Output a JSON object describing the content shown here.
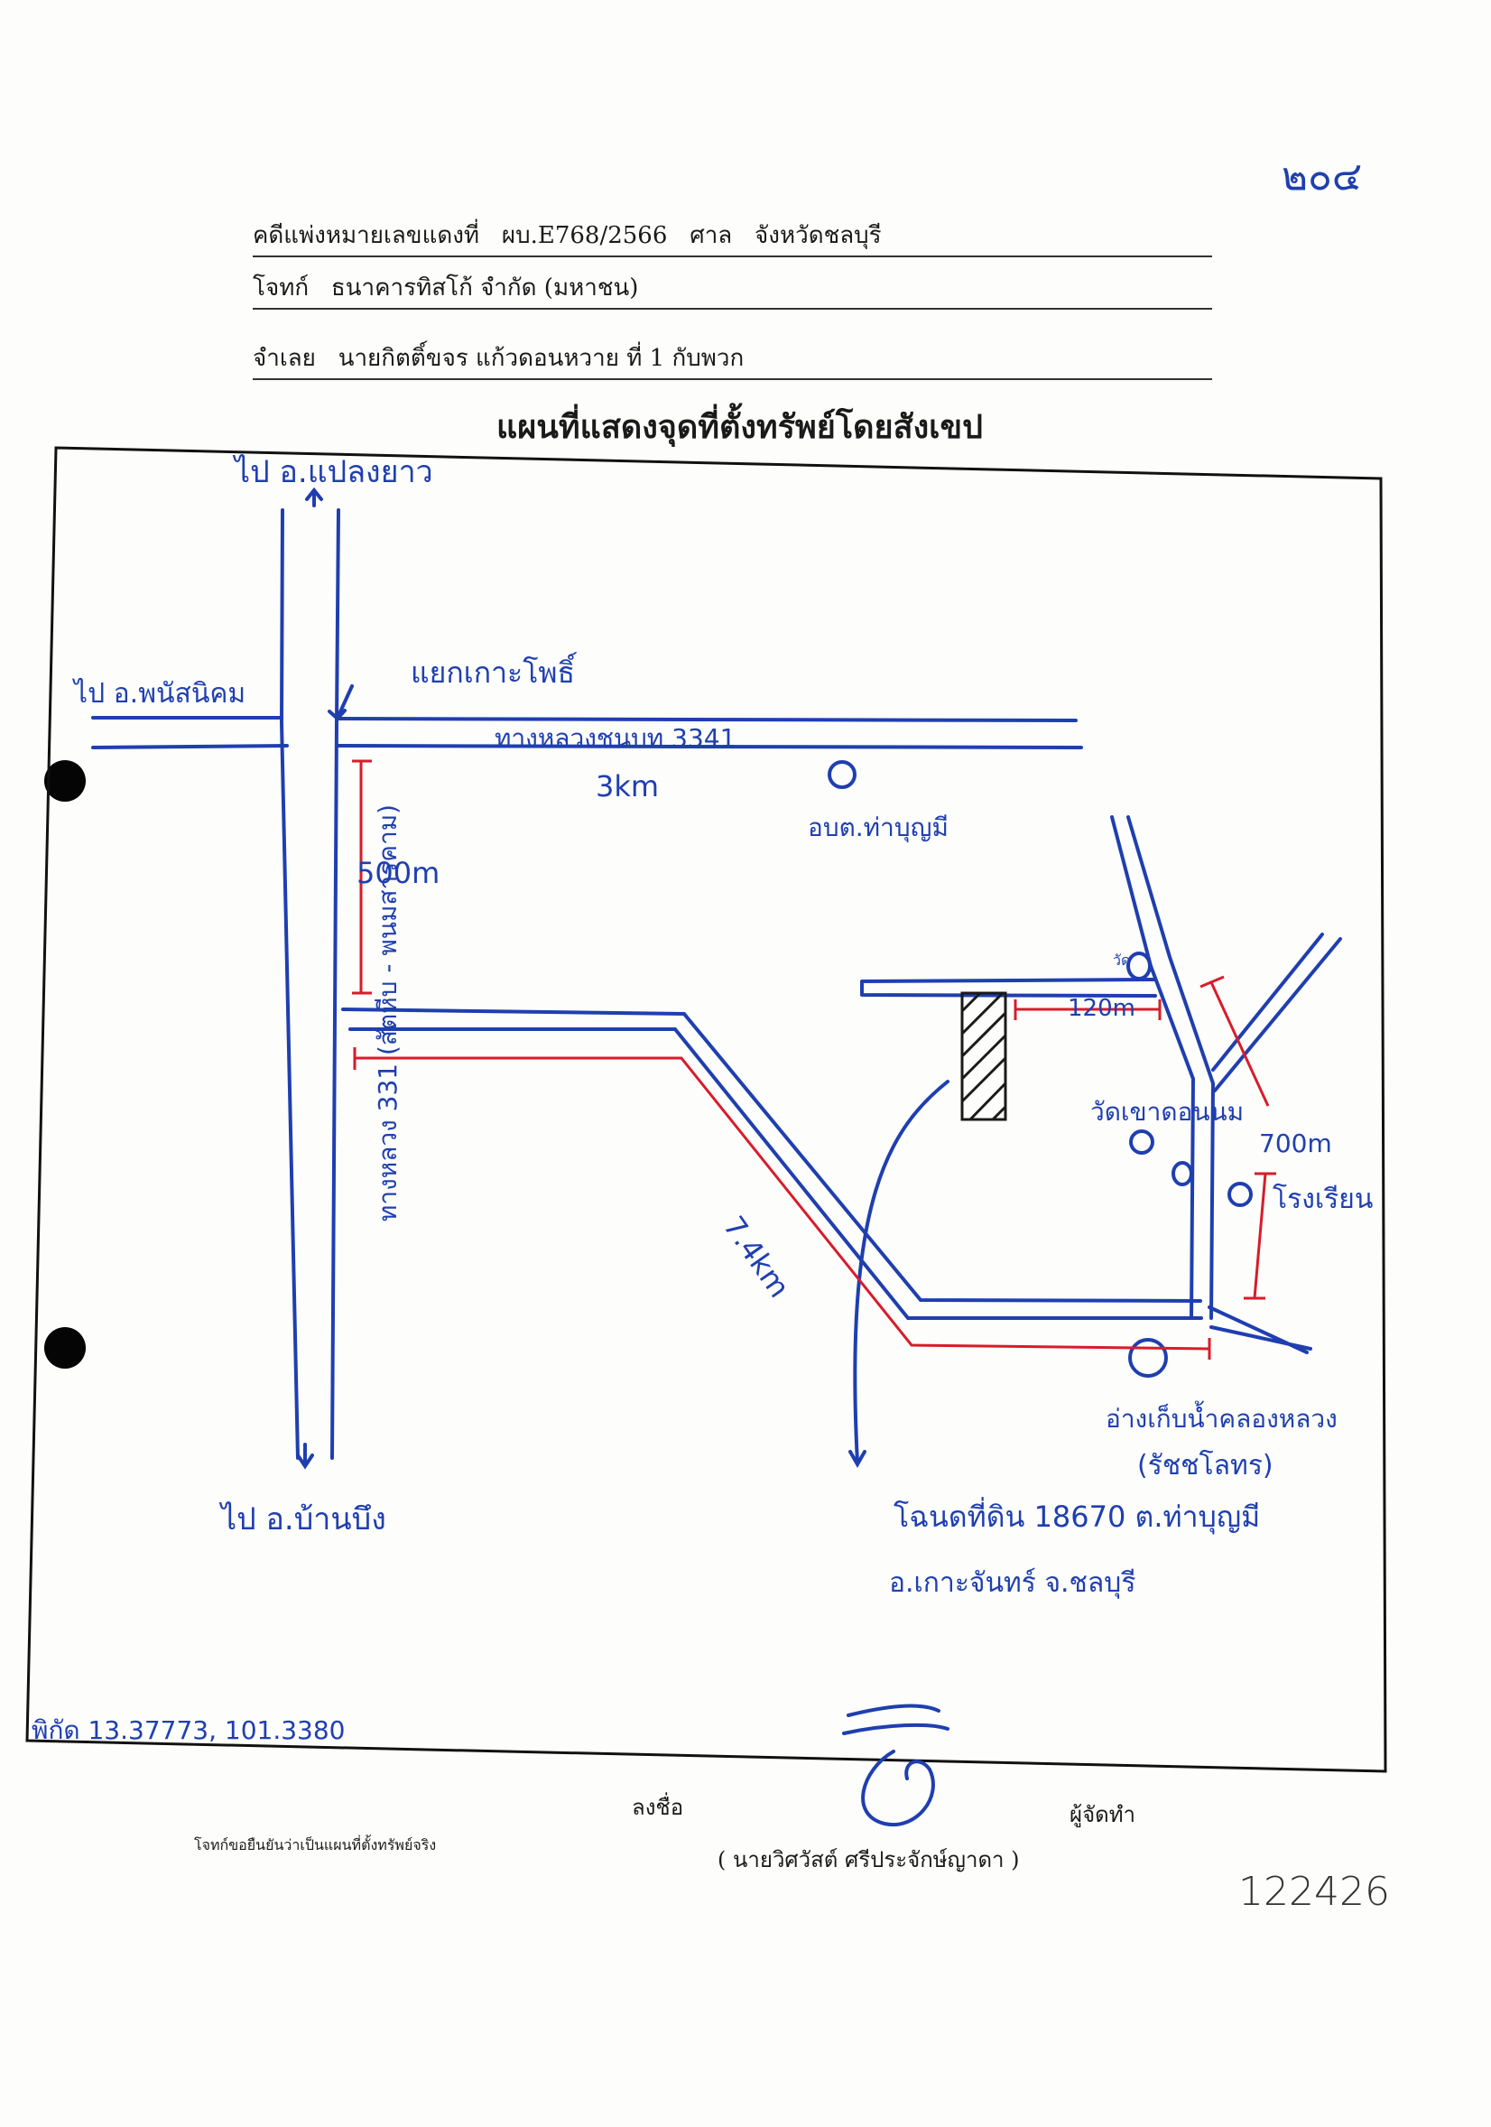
{
  "page_number": "๒๐๔",
  "header": {
    "case_label": "คดีแพ่งหมายเลขแดงที่",
    "case_no": "ผบ.E768/2566",
    "court_label": "ศาล",
    "court_name": "จังหวัดชลบุรี",
    "plaintiff_label": "โจทก์",
    "plaintiff": "ธนาคารทิสโก้ จำกัด (มหาชน)",
    "defendant_label": "จำเลย",
    "defendant": "นายกิตติ์ขจร แก้วดอนหวาย ที่ 1 กับพวก"
  },
  "map_title": "แผนที่แสดงจุดที่ตั้งทรัพย์โดยสังเขป",
  "map": {
    "to_north": "ไป อ.แปลงยาว",
    "to_west": "ไป อ.พนัสนิคม",
    "to_south": "ไป อ.บ้านบึง",
    "junction": "แยกเกาะโพธิ์",
    "road_3341": "ทางหลวงชนบท 3341",
    "road_331": "ทางหลวง 331 (สัตหีบ - พนมสารคาม)",
    "dist_3km": "3km",
    "tambon_office": "อบต.ท่าบุญมี",
    "dist_500m": "500m",
    "dist_120m": "120m",
    "dist_7_4km": "7.4km",
    "dist_700m": "700m",
    "wat": "วัดเขาดอนนม",
    "school": "โรงเรียน",
    "wat_abbr": "วัด",
    "reservoir_line1": "อ่างเก็บน้ำคลองหลวง",
    "reservoir_line2": "(รัชชโลทร)",
    "deed_line1": "โฉนดที่ดิน 18670 ต.ท่าบุญมี",
    "deed_line2": "อ.เกาะจันทร์ จ.ชลบุรี",
    "coords": "พิกัด 13.37773, 101.3380"
  },
  "footer": {
    "sign_label": "ลงชื่อ",
    "maker_label": "ผู้จัดทำ",
    "certify": "โจทก์ขอยืนยันว่าเป็นแผนที่ตั้งทรัพย์จริง",
    "signer": "( นายวิศวัสต์ ศรีประจักษ์ญาดา )"
  },
  "stamp_number": "122426",
  "colors": {
    "ink_blue": "#1f3fb0",
    "ink_red": "#d81c2a",
    "print": "#1a1a1a"
  }
}
